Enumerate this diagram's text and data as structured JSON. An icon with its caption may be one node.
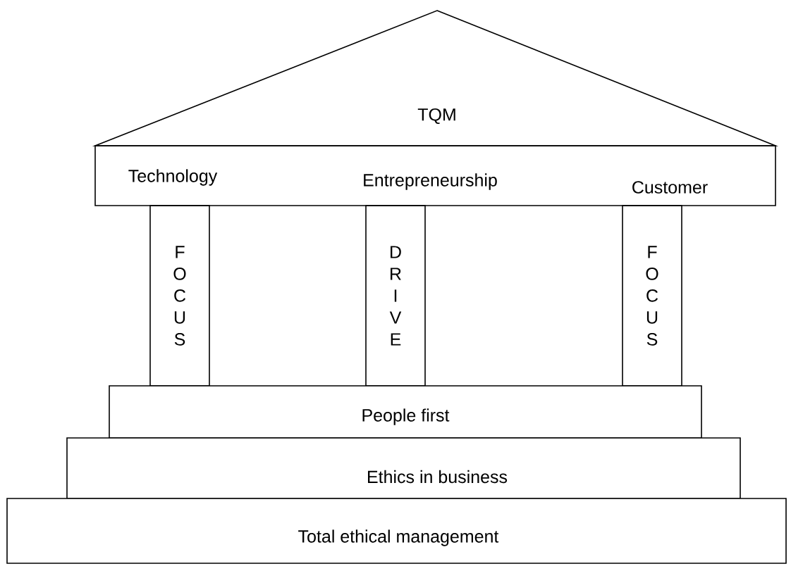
{
  "diagram": {
    "nodes": [
      {
        "text": [
          "TQM"
        ]
      },
      {
        "text": [
          "Technology",
          "Entrepreneurship",
          "Customer"
        ]
      },
      {
        "text": [
          "F O C U S"
        ]
      },
      {
        "text": [
          "D R I V E"
        ]
      },
      {
        "text": [
          "F O C U S"
        ]
      },
      {
        "text": [
          "People first"
        ]
      },
      {
        "text": [
          "Ethics in business"
        ]
      },
      {
        "text": [
          "Total ethical management"
        ]
      }
    ]
  }
}
